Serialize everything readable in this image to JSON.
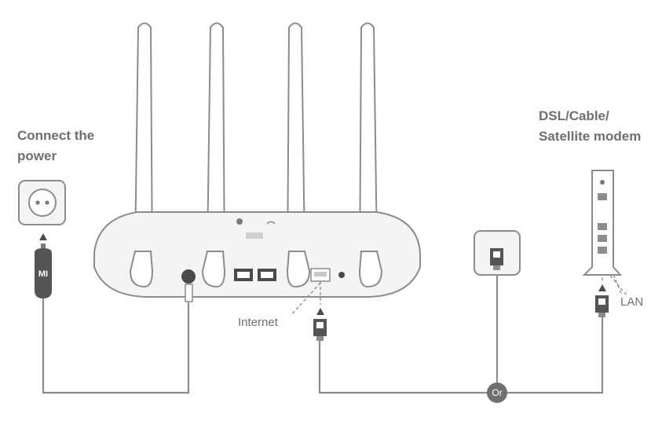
{
  "labels": {
    "power": "Connect the power",
    "modem": "DSL/Cable/ Satellite modem",
    "internet": "Internet",
    "lan": "LAN",
    "or": "Or",
    "mi_logo": "MI"
  },
  "colors": {
    "stroke": "#8c8c8c",
    "fill_light": "#f4f4f4",
    "fill_dark": "#4a4a4a",
    "text": "#6f6f6f"
  },
  "icons": [
    "power-socket-icon",
    "power-adapter-icon",
    "router-icon",
    "ethernet-plug-icon",
    "wall-ethernet-port-icon",
    "modem-icon",
    "arrow-up-icon"
  ]
}
